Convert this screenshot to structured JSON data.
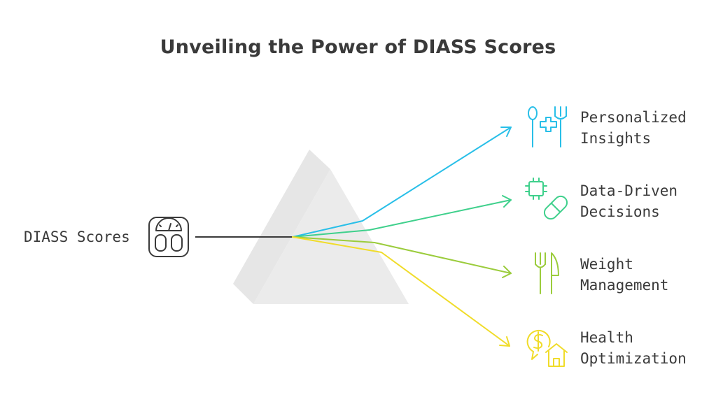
{
  "title": "Unveiling the Power of DIASS Scores",
  "source": {
    "label": "DIASS Scores",
    "icon": "scale-icon",
    "color": "#3a3a3a"
  },
  "outputs": [
    {
      "line1": "Personalized",
      "line2": "Insights",
      "icon": "nutrition-health-icon",
      "color": "#29bfe8"
    },
    {
      "line1": "Data-Driven",
      "line2": "Decisions",
      "icon": "chip-pill-icon",
      "color": "#3fd08c"
    },
    {
      "line1": "Weight",
      "line2": "Management",
      "icon": "fork-knife-icon",
      "color": "#9bcc3c"
    },
    {
      "line1": "Health",
      "line2": "Optimization",
      "icon": "money-home-icon",
      "color": "#f0dc2a"
    }
  ],
  "prism_color": "#e8e8e8"
}
